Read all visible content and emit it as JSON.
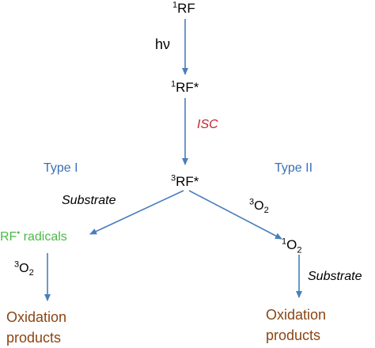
{
  "nodes": {
    "rf_ground": {
      "sup": "1",
      "main": "RF",
      "suffix": ""
    },
    "rf_singlet_excited": {
      "sup": "1",
      "main": "RF",
      "suffix": "*"
    },
    "rf_triplet_excited": {
      "sup": "3",
      "main": "RF",
      "suffix": "*"
    },
    "rf_radicals": {
      "main": "RF",
      "sup": "•",
      "suffix": " radicals"
    },
    "singlet_oxygen": {
      "sup": "1",
      "main": "O",
      "sub": "2"
    },
    "oxidation_products_left": {
      "line1": "Oxidation",
      "line2": "products"
    },
    "oxidation_products_right": {
      "line1": "Oxidation",
      "line2": "products"
    }
  },
  "edge_labels": {
    "excitation": "hν",
    "isc": "ISC",
    "type_one": "Type I",
    "type_two": "Type II",
    "substrate_left": "Substrate",
    "substrate_right": "Substrate",
    "triplet_oxygen_right": {
      "sup": "3",
      "main": "O",
      "sub": "2"
    },
    "triplet_oxygen_left": {
      "sup": "3",
      "main": "O",
      "sub": "2"
    }
  },
  "colors": {
    "arrow": "#4a7ebb",
    "type_label": "#3a6fb3",
    "isc": "#c0262d",
    "radicals": "#4cb848",
    "products": "#8b4513",
    "text": "#000000"
  }
}
